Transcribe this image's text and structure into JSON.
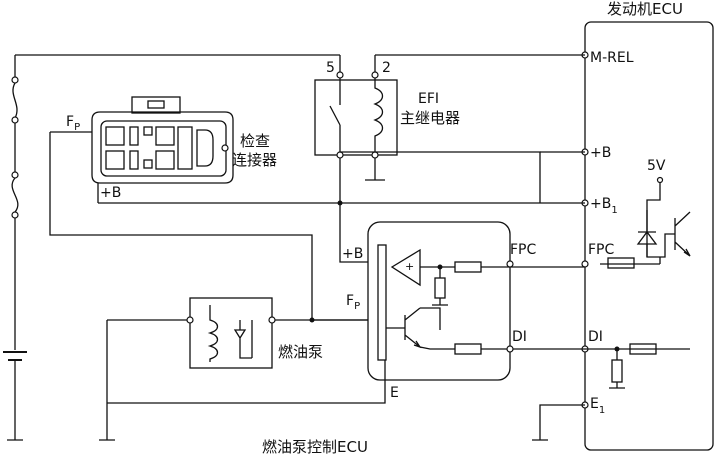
{
  "ecu": {
    "title": "发动机ECU",
    "pins": {
      "mrel": "M-REL",
      "plus_b": "+B",
      "plus_b1": "+B",
      "plus_b1_sub": "1",
      "fpc": "FPC",
      "di": "DI",
      "e1": "E",
      "e1_sub": "1"
    },
    "supply": "5V"
  },
  "relay": {
    "label_line1": "EFI",
    "label_line2": "主继电器",
    "pin_left": "5",
    "pin_right": "2"
  },
  "connector": {
    "label_line1": "检查",
    "label_line2": "连接器",
    "fp": "F",
    "fp_sub": "P",
    "plus_b": "+B"
  },
  "pump": {
    "label": "燃油泵"
  },
  "pump_ecu": {
    "title": "燃油泵控制ECU",
    "plus_b": "+B",
    "fp": "F",
    "fp_sub": "P",
    "e": "E",
    "fpc": "FPC",
    "di": "DI"
  }
}
